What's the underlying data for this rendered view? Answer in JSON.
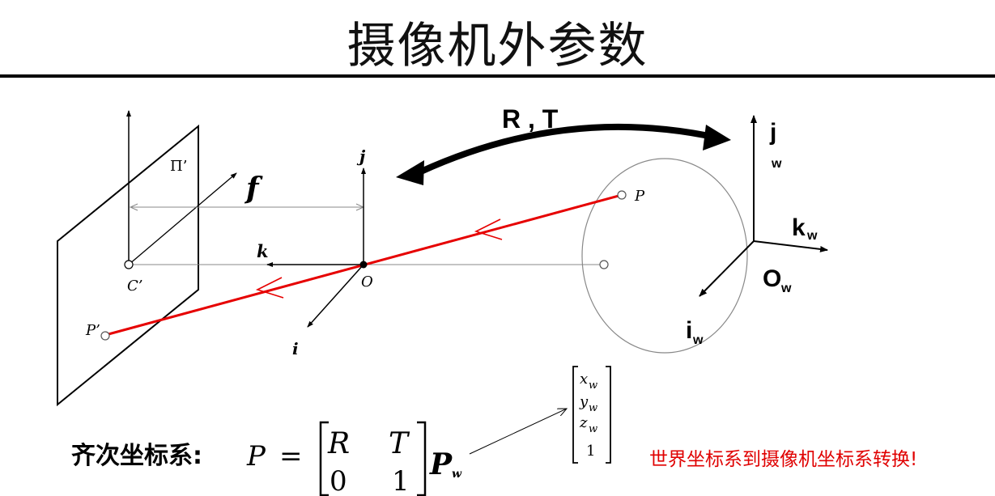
{
  "title": "摄像机外参数",
  "labels": {
    "rt": "R , T",
    "pi": "Π’",
    "f": "f",
    "j": "j",
    "k": "k",
    "i": "i",
    "O": "O",
    "C": "C’",
    "P": "P",
    "Pprime": "P’",
    "jw_main": "j",
    "jw_sub": "w",
    "kw_main": "k",
    "kw_sub": "w",
    "Ow_main": "O",
    "Ow_sub": "w",
    "iw_main": "i",
    "iw_sub": "w"
  },
  "equation": {
    "label": "齐次坐标系:",
    "lhs": "P",
    "eq": "=",
    "m11": "R",
    "m12": "T",
    "m21": "0",
    "m22": "1",
    "pw_main": "P",
    "pw_sub": "w",
    "vec": [
      {
        "main": "x",
        "sub": "w"
      },
      {
        "main": "y",
        "sub": "w"
      },
      {
        "main": "z",
        "sub": "w"
      },
      {
        "main": "1",
        "sub": ""
      }
    ]
  },
  "note": "世界坐标系到摄像机坐标系转换!",
  "colors": {
    "ray": "#e60000",
    "note": "#e00000",
    "axis": "#000000",
    "guide": "#888888"
  }
}
